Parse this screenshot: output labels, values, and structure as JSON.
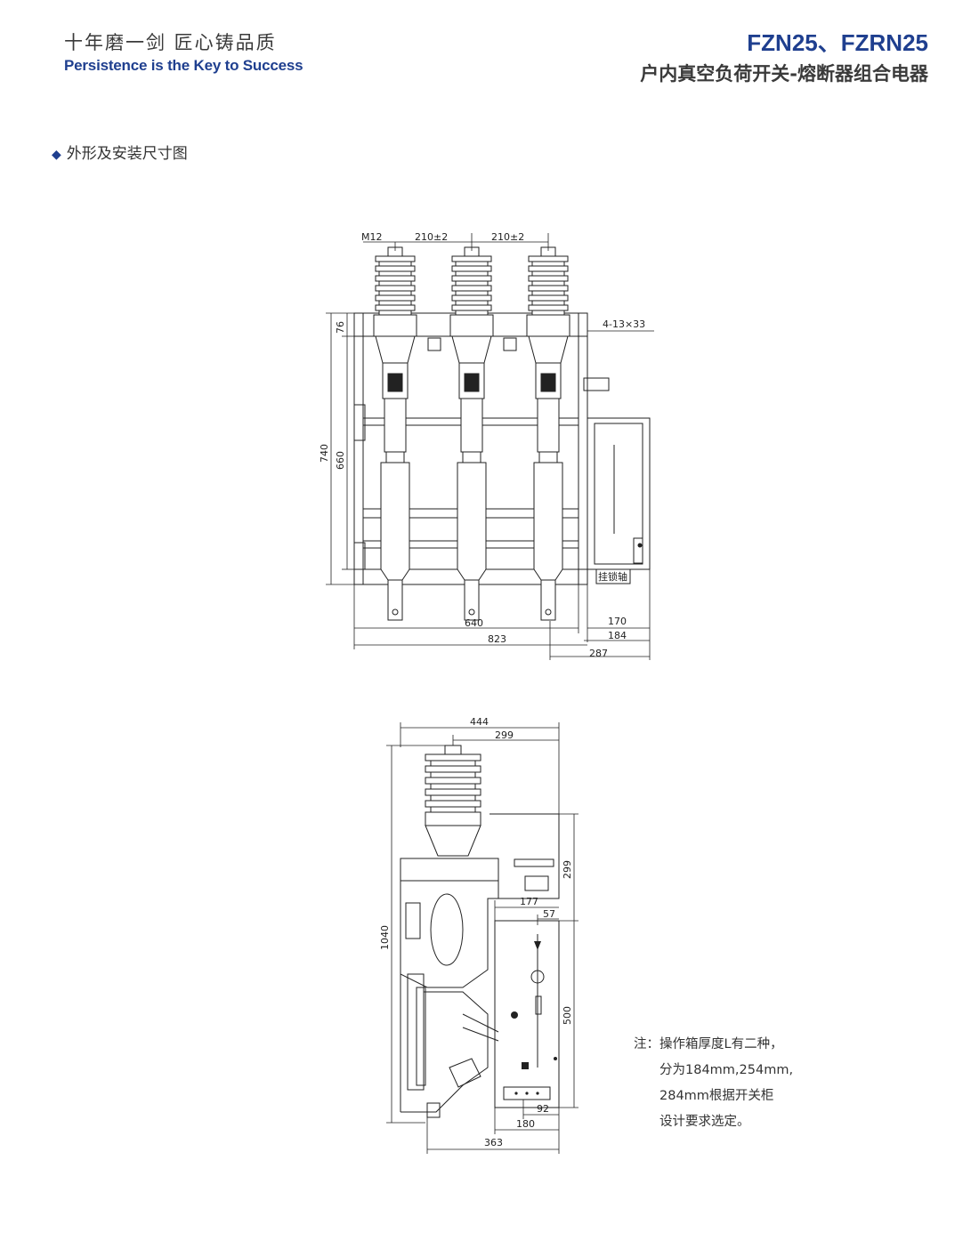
{
  "header": {
    "slogan_cn": "十年磨一剑  匠心铸品质",
    "slogan_en": "Persistence is the Key to Success",
    "model": "FZN25、FZRN25",
    "product_name": "户内真空负荷开关-熔断器组合电器"
  },
  "section_title": "外形及安装尺寸图",
  "front_view": {
    "dims": {
      "m12": "M12",
      "pitch1": "210±2",
      "pitch2": "210±2",
      "holes": "4-13×33",
      "h76": "76",
      "h740": "740",
      "h660": "660",
      "w640": "640",
      "w823": "823",
      "w170": "170",
      "w184": "184",
      "w287": "287"
    },
    "lock_shaft_label": "挂锁轴"
  },
  "side_view": {
    "dims": {
      "w444": "444",
      "w299": "299",
      "h299": "299",
      "h1040": "1040",
      "w177": "177",
      "w57": "57",
      "h500": "500",
      "w92": "92",
      "w180": "180",
      "w363": "363"
    }
  },
  "note": {
    "line1": "注：操作箱厚度L有二种，",
    "line2": "分为184mm,254mm,",
    "line3": "284mm根据开关柜",
    "line4": "设计要求选定。"
  },
  "colors": {
    "brand_blue": "#1f3f8f",
    "text": "#333333",
    "line": "#222222"
  }
}
